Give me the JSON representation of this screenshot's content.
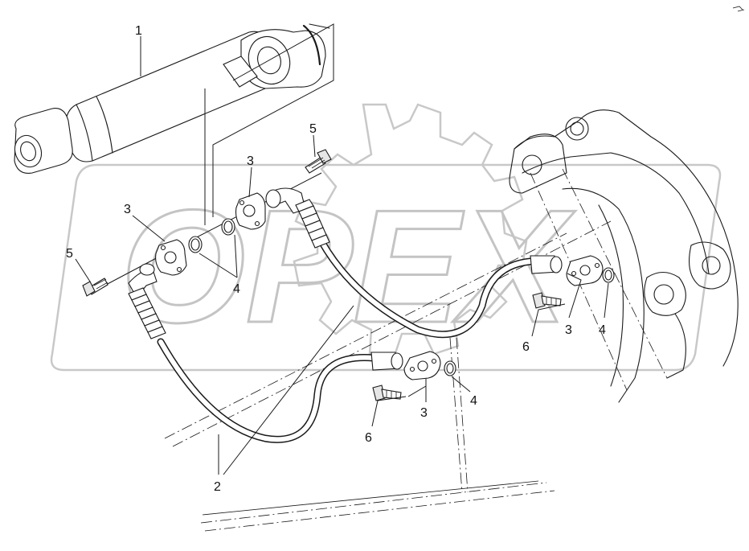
{
  "watermark": {
    "text": "OPEX"
  },
  "callouts": [
    {
      "id": "c1",
      "text": "1"
    },
    {
      "id": "c2",
      "text": "2"
    },
    {
      "id": "c3a",
      "text": "3"
    },
    {
      "id": "c3b",
      "text": "3"
    },
    {
      "id": "c3c",
      "text": "3"
    },
    {
      "id": "c3d",
      "text": "3"
    },
    {
      "id": "c4a",
      "text": "4"
    },
    {
      "id": "c4b",
      "text": "4"
    },
    {
      "id": "c4c",
      "text": "4"
    },
    {
      "id": "c5a",
      "text": "5"
    },
    {
      "id": "c5b",
      "text": "5"
    },
    {
      "id": "c6a",
      "text": "6"
    },
    {
      "id": "c6b",
      "text": "6"
    }
  ],
  "parts": [
    {
      "name": "hydraulic-cylinder",
      "number": "1"
    },
    {
      "name": "hose-assembly",
      "number": "2"
    },
    {
      "name": "flange-clamp",
      "number": "3"
    },
    {
      "name": "o-ring",
      "number": "4"
    },
    {
      "name": "bolt-upper",
      "number": "5"
    },
    {
      "name": "bolt-lower",
      "number": "6"
    }
  ]
}
